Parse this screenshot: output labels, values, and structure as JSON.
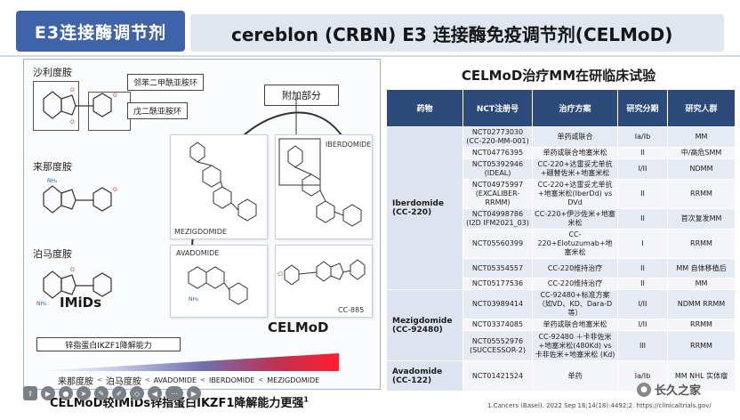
{
  "header": {
    "tab_title": "E3连接酶调节剂",
    "main_title": "cereblon (CRBN) E3 连接酶免疫调节剂(CELMoD)"
  },
  "left": {
    "thalidomide": "沙利度胺",
    "lenalidomide": "来那度胺",
    "pomalidomide": "泊马度胺",
    "tag_phthalimide": "邻苯二甲酰亚胺环",
    "tag_glutarimide": "戊二酰亚胺环",
    "additional_part": "附加部分",
    "iberdomide": "IBERDOMIDE",
    "mezigdomide": "MEZIGDOMIDE",
    "avadomide": "AVADOMIDE",
    "cc885": "CC-885",
    "imids": "IMiDs",
    "celmod": "CELMoD",
    "ikzf_label": "锌指蛋白IKZF1降解能力",
    "scale": [
      "来那度胺",
      "泊马度胺",
      "AVADOMIDE",
      "IBERDOMIDE",
      "MEZIGDOMIDE"
    ],
    "caption": "CELMoD较IMiDs锌指蛋白IKZF1降解能力更强",
    "caption_sup": "1"
  },
  "table": {
    "title": "CELMoD治疗MM在研临床试验",
    "headers": [
      "药物",
      "NCT注册号",
      "治疗方案",
      "研究分期",
      "研究人群"
    ],
    "groups": [
      {
        "drug": "Iberdomide (CC-220)",
        "rows": [
          [
            "NCT02773030 (CC-220-MM-001)",
            "单药或联合",
            "Ia/Ib",
            "MM"
          ],
          [
            "NCT04776395",
            "单药或联合地塞米松",
            "II",
            "中/高危SMM"
          ],
          [
            "NCT05392946 (IDEAL)",
            "CC-220+达雷妥尤单抗+硼替佐米+地塞米松",
            "I/II",
            "NDMM"
          ],
          [
            "NCT04975997 (EXCALIBER-RRMM)",
            "CC-220+达雷妥尤单抗+地塞米松(IberDd) vs DVd",
            "II",
            "RRMM"
          ],
          [
            "NCT04998786 (I2D IFM2021_03)",
            "CC-220+伊沙佐米+地塞米松",
            "II",
            "首次复发MM"
          ],
          [
            "NCT05560399",
            "CC-220+Elotuzumab+地塞米松",
            "I",
            "RRMM"
          ],
          [
            "NCT05354557",
            "CC-220维持治疗",
            "II",
            "MM 自体移植后"
          ],
          [
            "NCT05177536",
            "CC-220维持治疗",
            "II",
            "MM"
          ]
        ]
      },
      {
        "drug": "Mezigdomide (CC-92480)",
        "rows": [
          [
            "NCT03989414",
            "CC-92480+标准方案（如VD、KD、Dara-D等）",
            "I/II",
            "NDMM RRMM"
          ],
          [
            "NCT03374085",
            "单药或联合地塞米松",
            "I/II",
            "RRMM"
          ],
          [
            "NCT05552976 (SUCCESSOR-2)",
            "CC-92480 ＋卡非佐米+地塞米松(480Kd) vs 卡非佐米+地塞米松 (Kd)",
            "III",
            "RRMM"
          ]
        ]
      },
      {
        "drug": "Avadomide (CC-122)",
        "rows": [
          [
            "NCT01421524",
            "单药",
            "Ia/Ib",
            "MM NHL 实体瘤"
          ]
        ]
      }
    ]
  },
  "citation": "1.Cancers (Basel). 2022 Sep 16;14(18):4492;2. https://clinicaltrials.gov/",
  "watermark": "长久之家",
  "colors": {
    "title_tab": "#3f63a8",
    "table_header": "#2c4a7a",
    "cell": "#e6ebf3"
  }
}
